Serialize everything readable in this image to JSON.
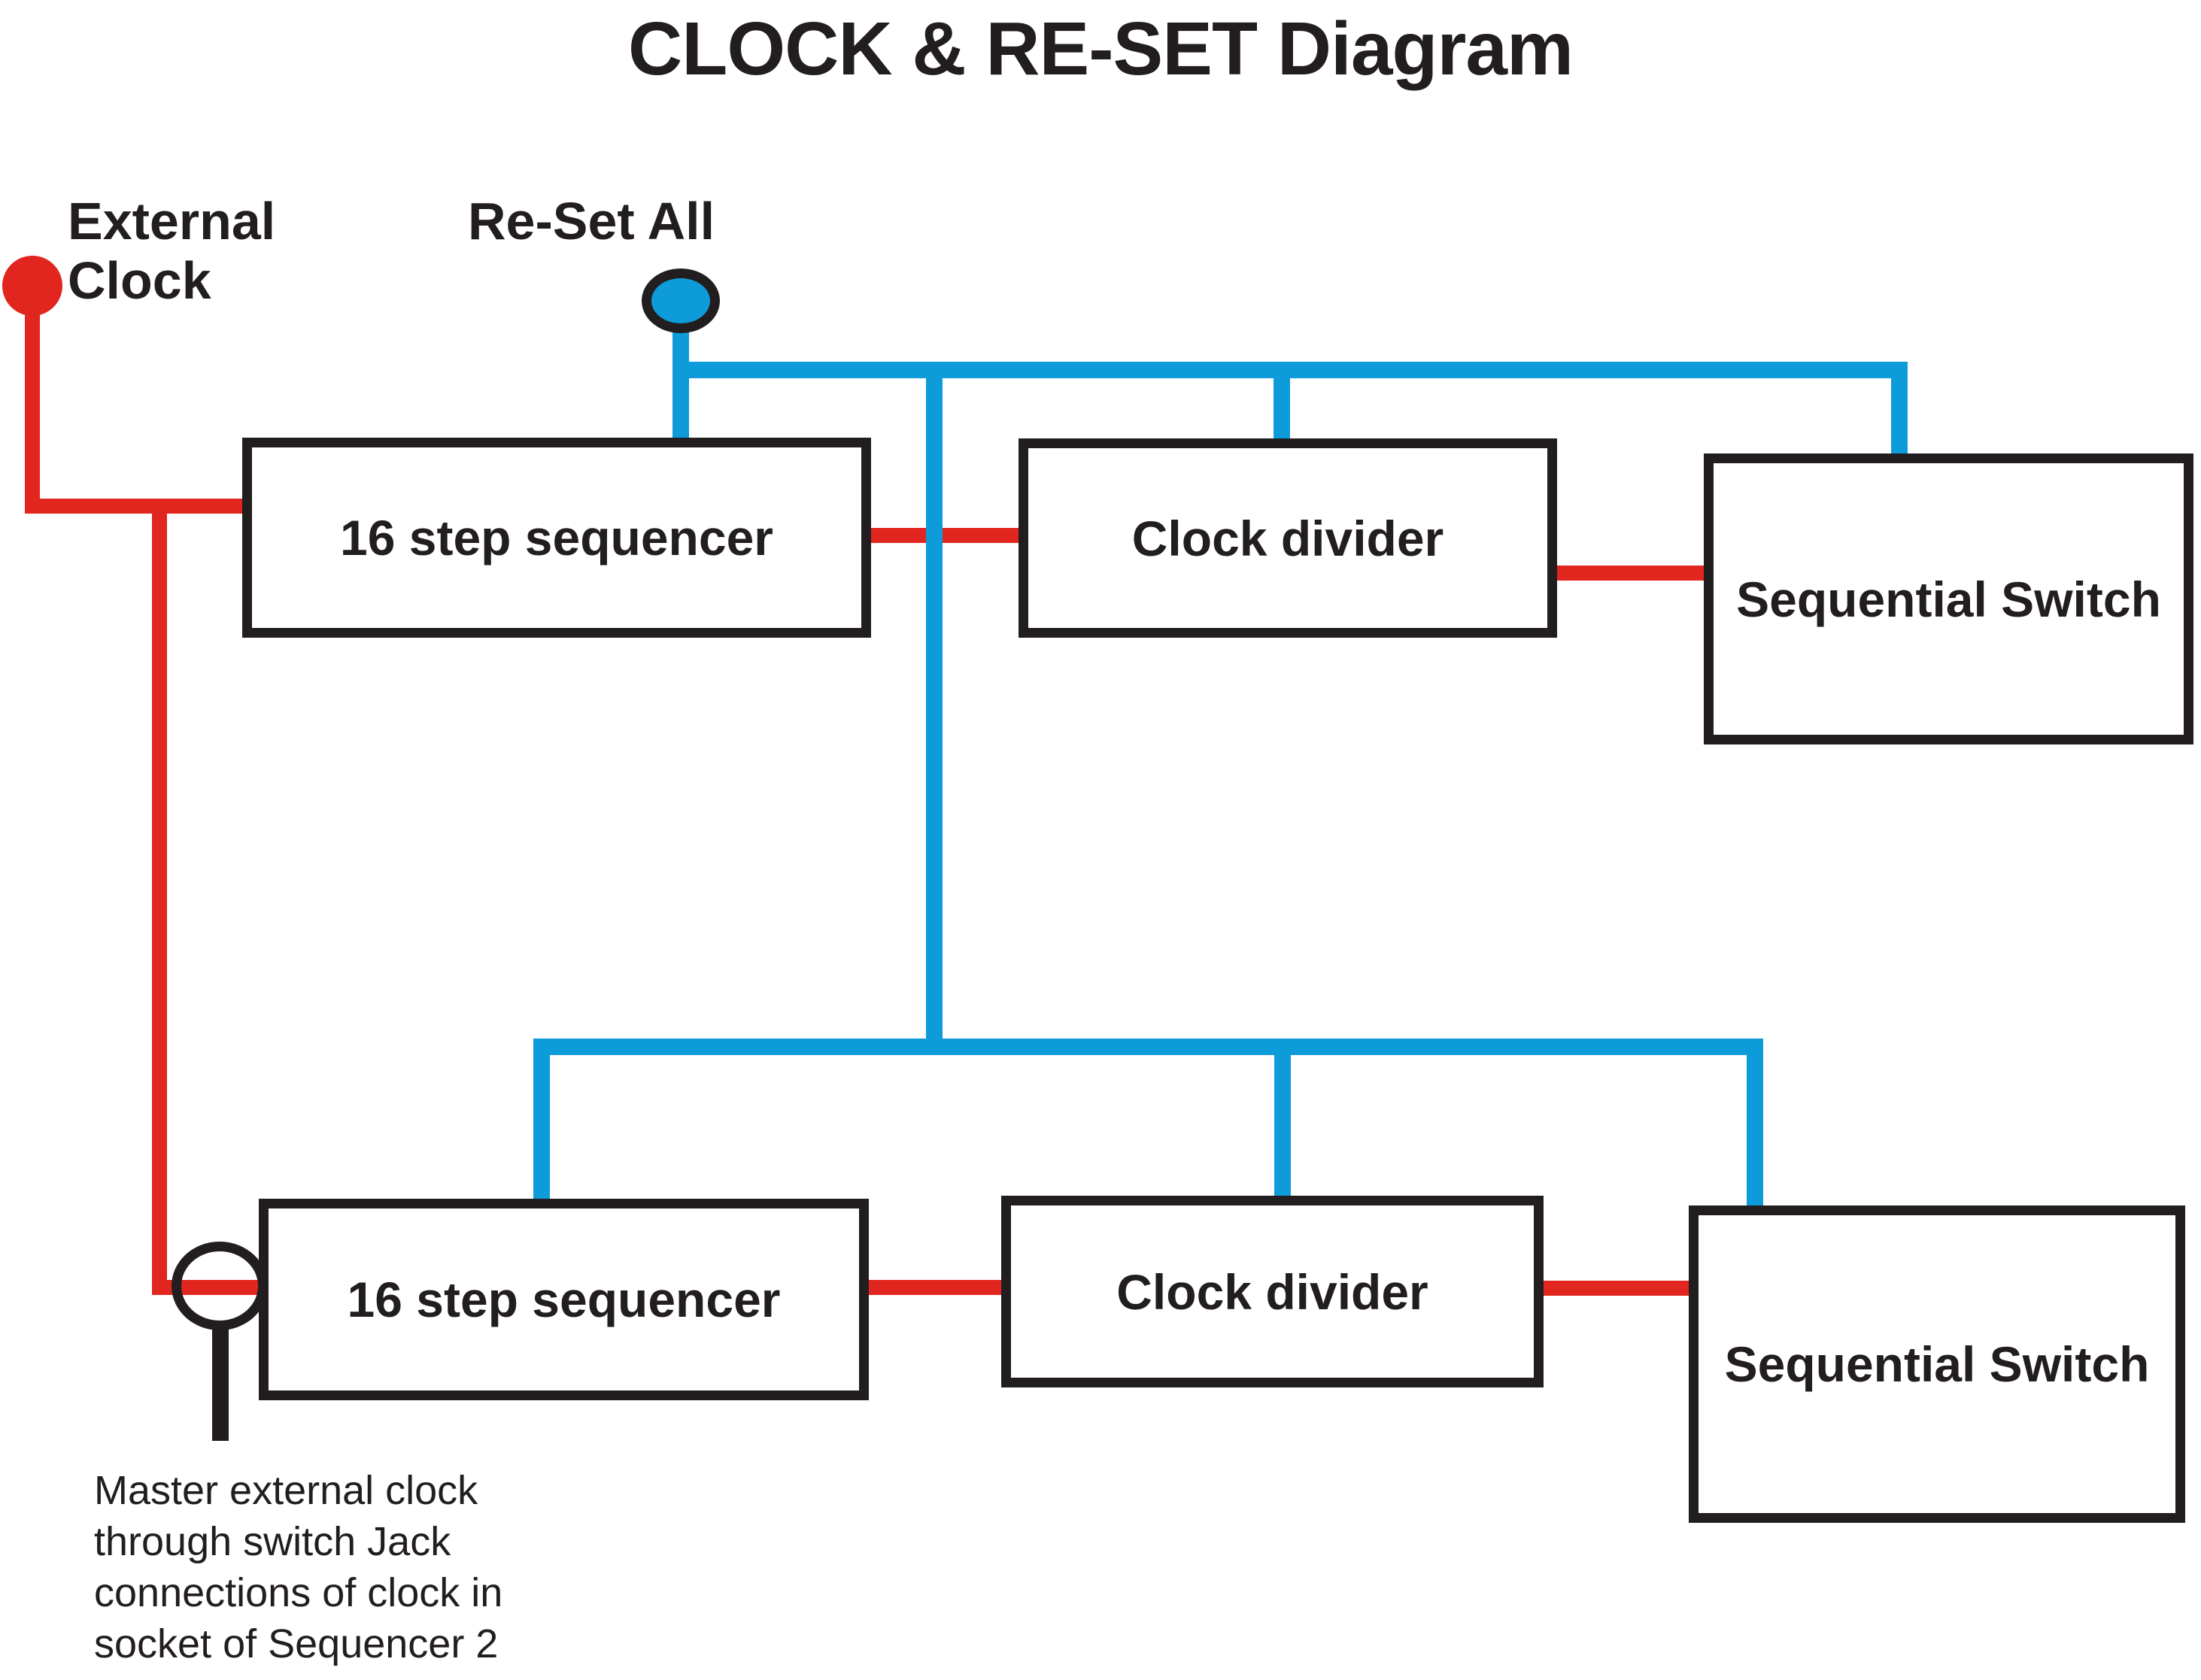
{
  "title": "CLOCK & RE-SET Diagram",
  "nodes": {
    "external_clock": {
      "label_line1": "External",
      "label_line2": "Clock"
    },
    "reset_all": {
      "label": "Re-Set All"
    }
  },
  "rows": [
    {
      "boxes": [
        {
          "label": "16 step sequencer"
        },
        {
          "label": "Clock divider"
        },
        {
          "label": "Sequential Switch"
        }
      ]
    },
    {
      "boxes": [
        {
          "label": "16 step sequencer"
        },
        {
          "label": "Clock divider"
        },
        {
          "label": "Sequential Switch"
        }
      ]
    }
  ],
  "caption": {
    "lines": [
      "Master external clock",
      "through switch Jack",
      "connections of clock in",
      "socket of Sequencer 2"
    ]
  },
  "colors": {
    "clock_red": "#e1251f",
    "reset_blue": "#0d9bda",
    "ink": "#221e1f"
  }
}
